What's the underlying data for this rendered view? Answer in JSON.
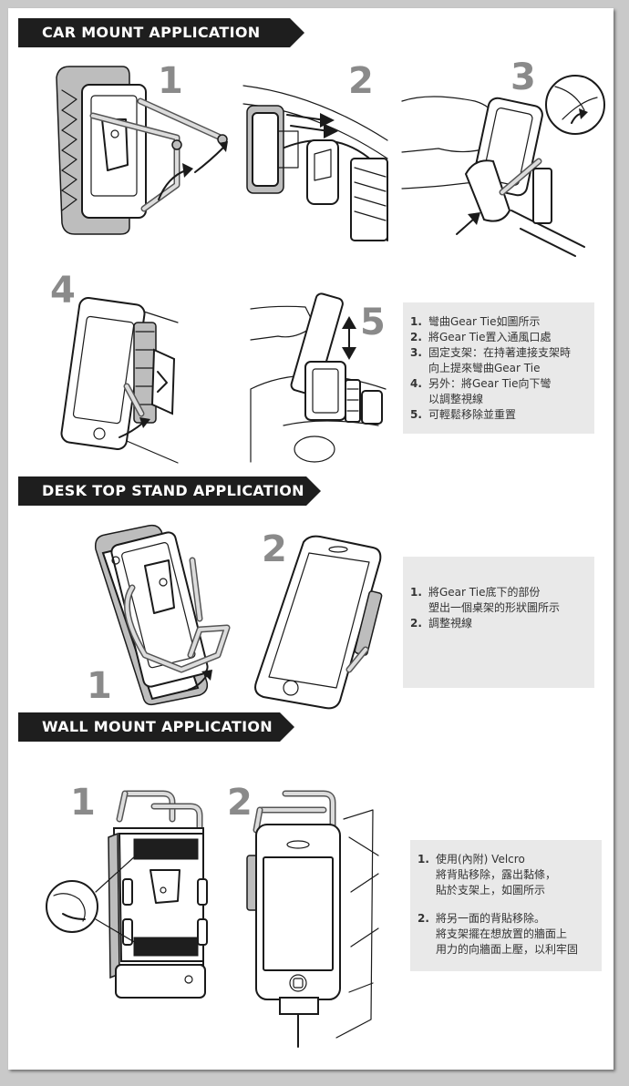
{
  "sections": {
    "car": {
      "title": "CAR MOUNT APPLICATION",
      "steps": [
        "1",
        "2",
        "3",
        "4",
        "5"
      ],
      "instructions": [
        {
          "num": "1.",
          "lines": [
            "彎曲Gear Tie如圖所示"
          ]
        },
        {
          "num": "2.",
          "lines": [
            "將Gear Tie置入通風口處"
          ]
        },
        {
          "num": "3.",
          "lines": [
            "固定支架：在持著連接支架時",
            "向上提來彎曲Gear Tie"
          ]
        },
        {
          "num": "4.",
          "lines": [
            "另外：將Gear Tie向下彎",
            "以調整視線"
          ]
        },
        {
          "num": "5.",
          "lines": [
            "可輕鬆移除並重置"
          ]
        }
      ]
    },
    "desk": {
      "title": "DESK TOP STAND APPLICATION",
      "steps": [
        "1",
        "2"
      ],
      "instructions": [
        {
          "num": "1.",
          "lines": [
            "將Gear Tie底下的部份",
            "塑出一個桌架的形狀圖所示"
          ]
        },
        {
          "num": "2.",
          "lines": [
            "調整視線"
          ]
        }
      ]
    },
    "wall": {
      "title": "WALL MOUNT APPLICATION",
      "steps": [
        "1",
        "2"
      ],
      "instructions": [
        {
          "num": "1.",
          "lines": [
            "使用(內附) Velcro",
            "將背貼移除，露出黏條，",
            "貼於支架上，如圖所示"
          ]
        },
        {
          "num": "2.",
          "lines": [
            "將另一面的背貼移除。",
            "將支架擺在想放置的牆面上",
            "用力的向牆面上壓，以利牢固"
          ]
        }
      ]
    }
  }
}
